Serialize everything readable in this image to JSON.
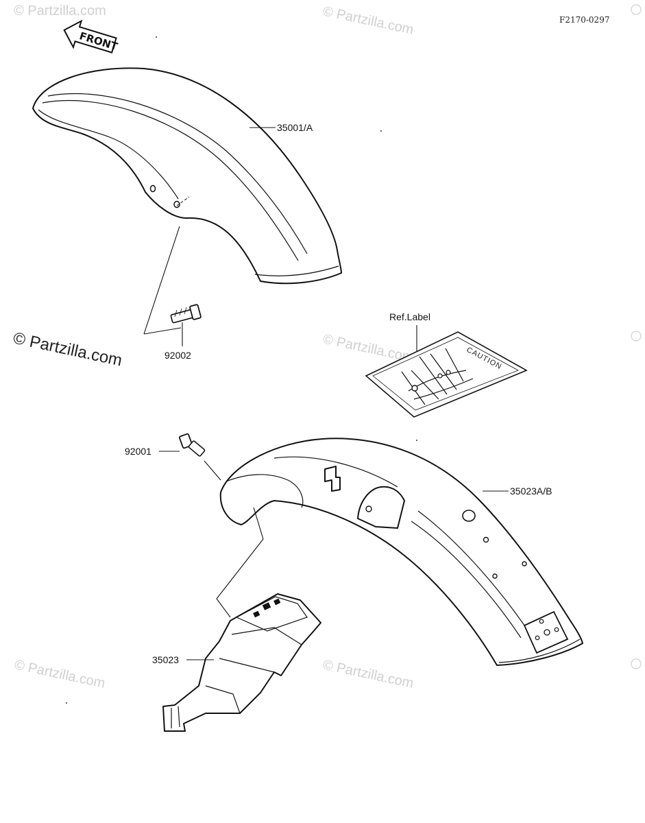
{
  "diagram_code": "F2170-0297",
  "front_arrow_label": "FRONT",
  "watermark_main": "© Partzilla.com",
  "watermark_faint": "© Partzilla.com",
  "callouts": {
    "front_fender": "35001/A",
    "front_bolt": "92002",
    "ref_label": "Ref.Label",
    "caution_text": "CAUTION",
    "rear_bolt": "92001",
    "rear_fender": "35023A/B",
    "rear_inner_fender": "35023"
  }
}
